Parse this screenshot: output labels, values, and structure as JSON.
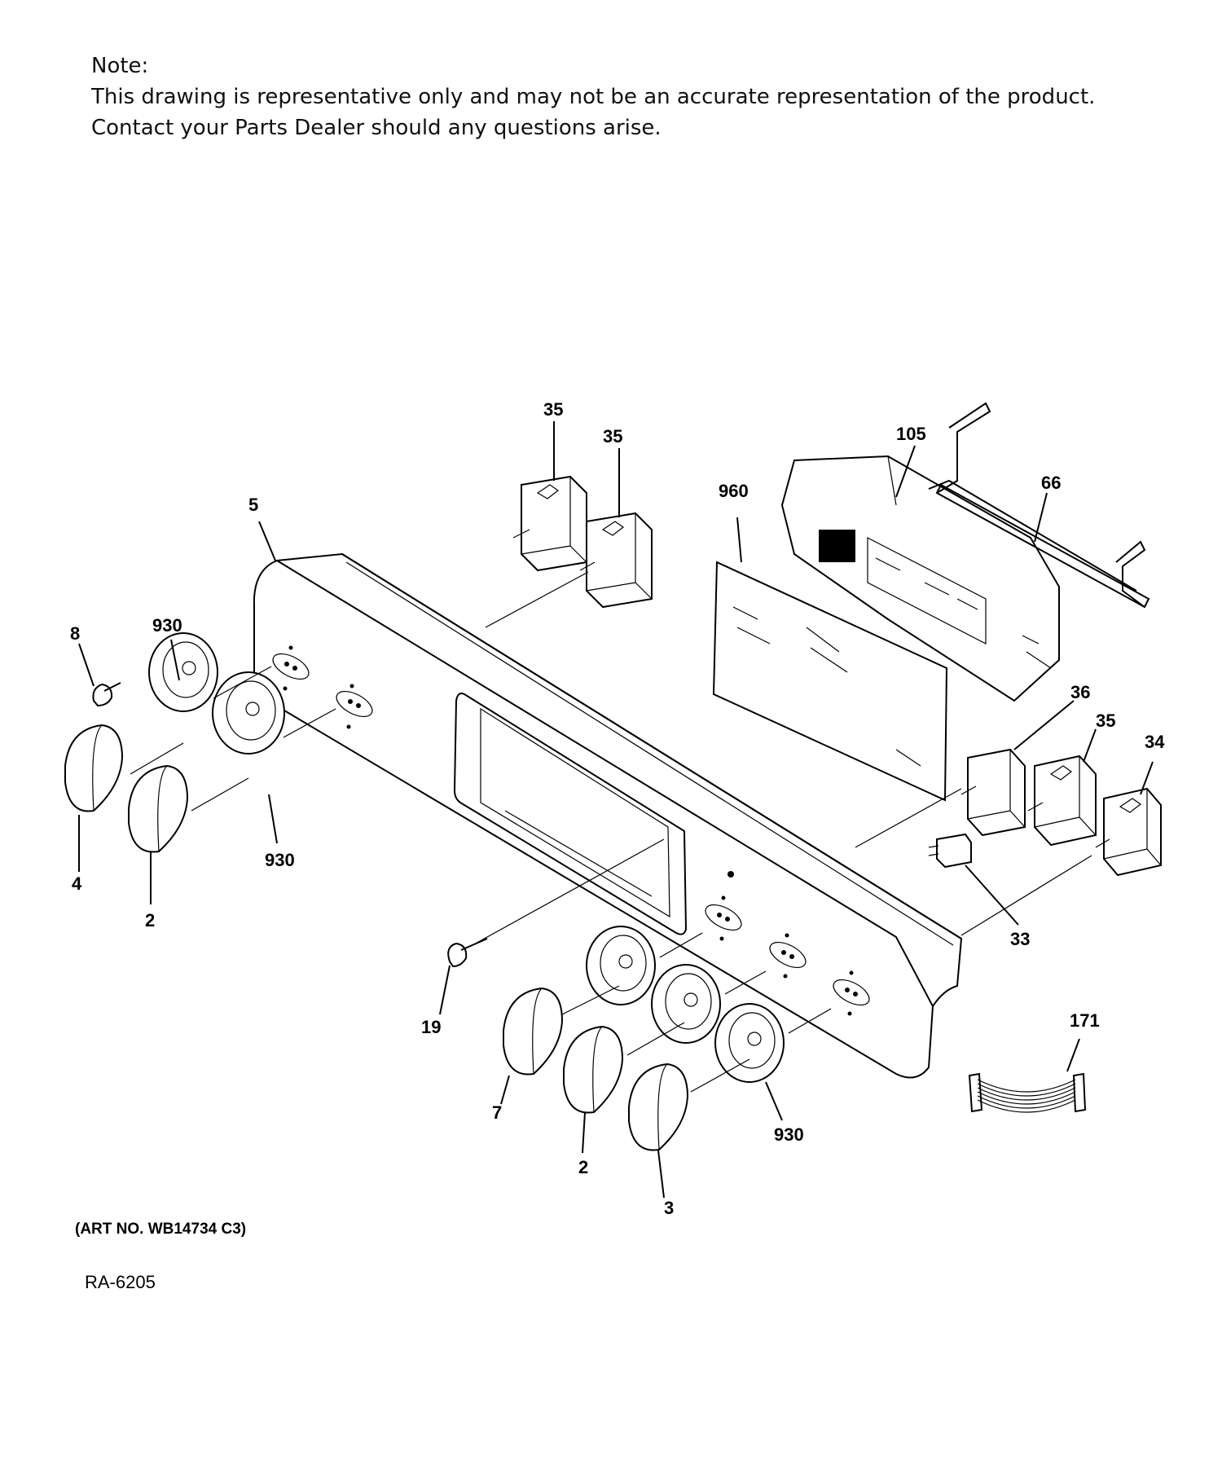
{
  "note": {
    "heading": "Note:",
    "line1": "This drawing is representative only and may not be an accurate representation of the product.",
    "line2": "Contact your Parts Dealer should any questions arise."
  },
  "callouts": {
    "c35a": "35",
    "c35b": "35",
    "c105": "105",
    "c66": "66",
    "c960": "960",
    "c5": "5",
    "c8": "8",
    "c930a": "930",
    "c4": "4",
    "c2a": "2",
    "c930b": "930",
    "c36": "36",
    "c35c": "35",
    "c34": "34",
    "c33": "33",
    "c19": "19",
    "c171": "171",
    "c7": "7",
    "c2b": "2",
    "c930c": "930",
    "c3": "3"
  },
  "art_number": "(ART NO. WB14734 C3)",
  "ref_code": "RA-6205"
}
